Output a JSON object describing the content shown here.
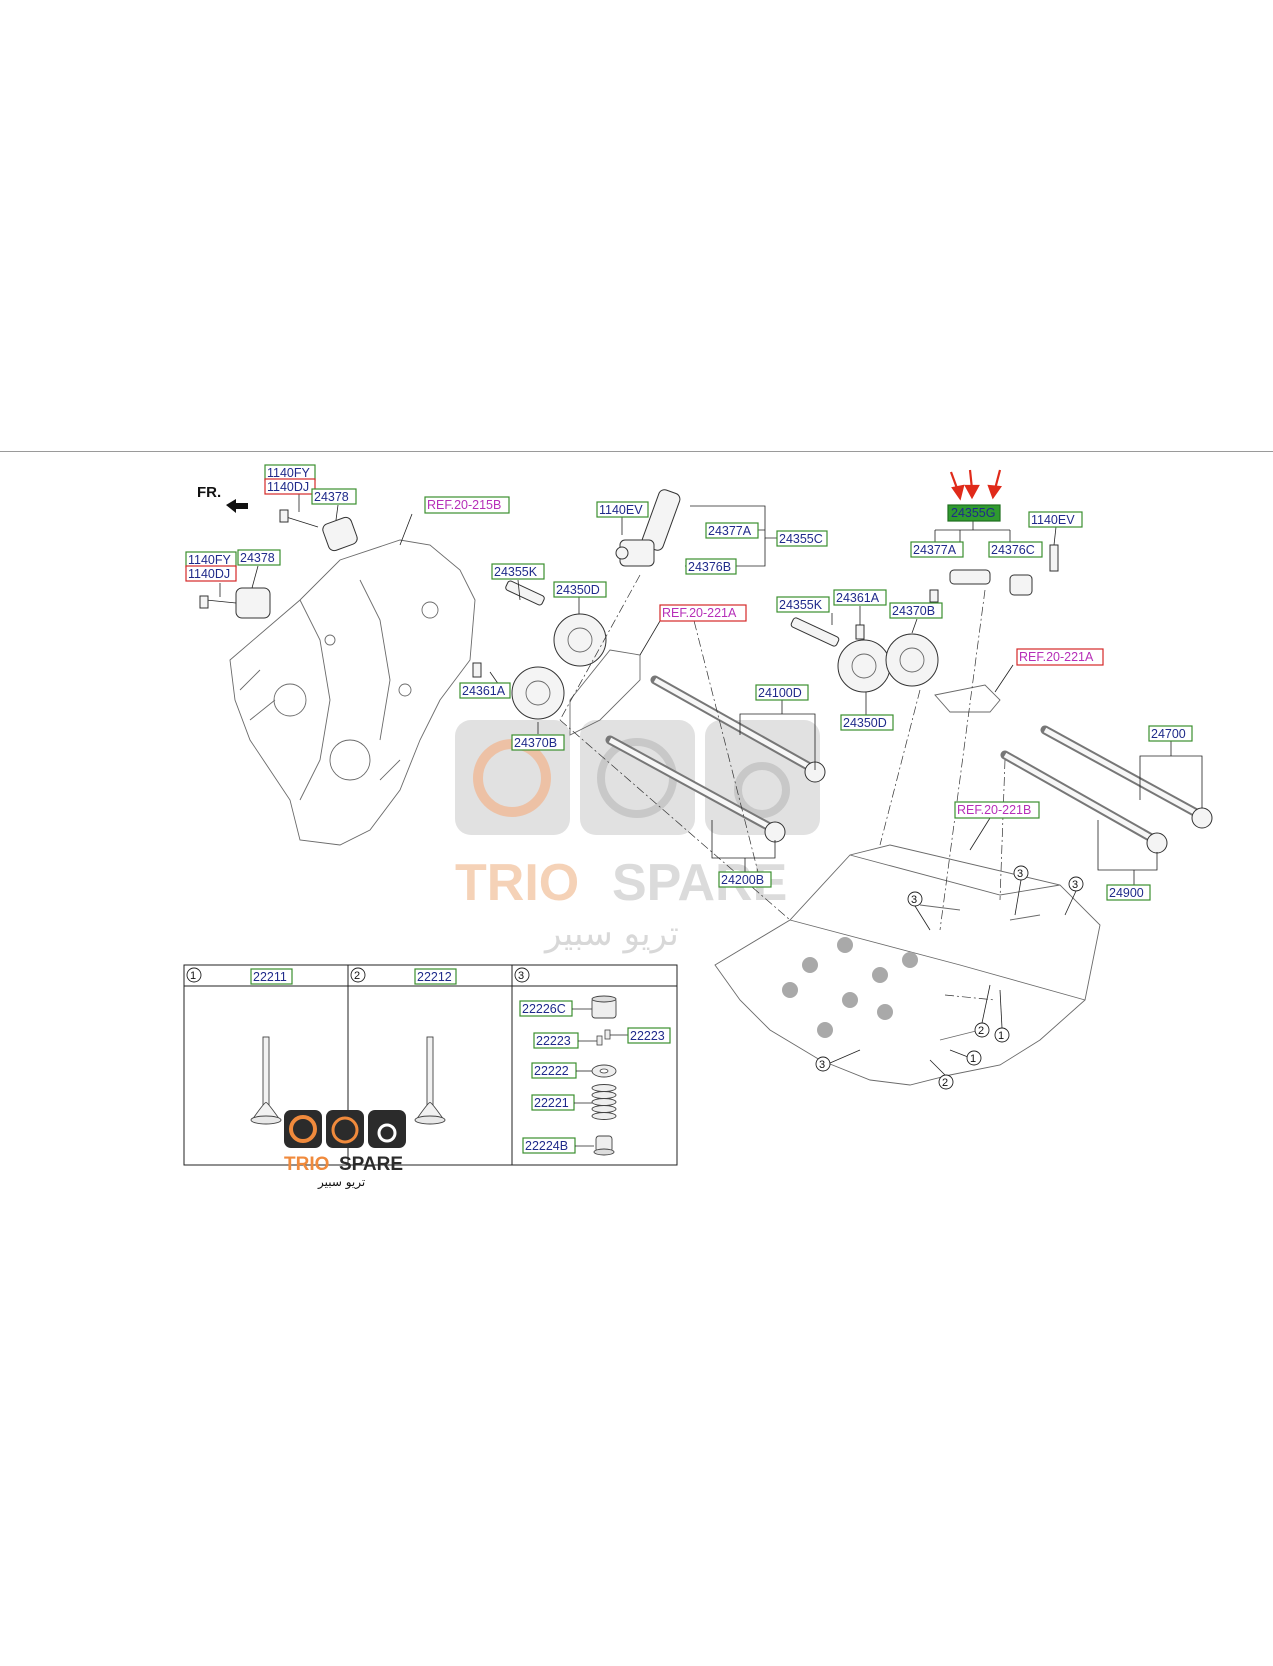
{
  "orientation_label": "FR.",
  "parts": {
    "p1140FY_a": "1140FY",
    "p1140DJ_a": "1140DJ",
    "p24378_a": "24378",
    "p1140FY_b": "1140FY",
    "p24378_b": "24378",
    "p1140DJ_b": "1140DJ",
    "ref_215B": "REF.20-215B",
    "p1140EV_a": "1140EV",
    "p24377A_a": "24377A",
    "p24355C": "24355C",
    "p24376B": "24376B",
    "p24355K_a": "24355K",
    "p24350D_a": "24350D",
    "ref_221A_a": "REF.20-221A",
    "p24361A_a": "24361A",
    "p24370B_a": "24370B",
    "p24100D": "24100D",
    "p24200B": "24200B",
    "p24355G": "24355G",
    "p1140EV_b": "1140EV",
    "p24377A_b": "24377A",
    "p24376C": "24376C",
    "p24355K_b": "24355K",
    "p24361A_b": "24361A",
    "p24370B_b": "24370B",
    "ref_221A_b": "REF.20-221A",
    "p24350D_b": "24350D",
    "p24700": "24700",
    "ref_221B": "REF.20-221B",
    "p24900": "24900"
  },
  "callouts": [
    "1",
    "2",
    "3"
  ],
  "valve_table": {
    "col1_num": "1",
    "col1_part": "22211",
    "col2_num": "2",
    "col2_part": "22212",
    "col3_num": "3",
    "col3_parts": {
      "a": "22226C",
      "b": "22223",
      "c": "22223",
      "d": "22222",
      "e": "22221",
      "f": "22224B"
    }
  },
  "watermark": {
    "brand_part1": "TRIO",
    "brand_part2": "SPARE",
    "arabic": "تريو سبير"
  },
  "logo": {
    "brand_part1": "TRIO",
    "brand_part2": "SPARE",
    "arabic": "تريو سبير"
  },
  "colors": {
    "part_label": "#1f2a8a",
    "ref_label": "#b62fb8",
    "box_green": "#3b8f2e",
    "box_red": "#d42828",
    "highlight": "#2f9a2f",
    "arrow": "#e02a1a",
    "brand_orange": "#f08a3c",
    "brand_dark": "#2b2b2b"
  }
}
